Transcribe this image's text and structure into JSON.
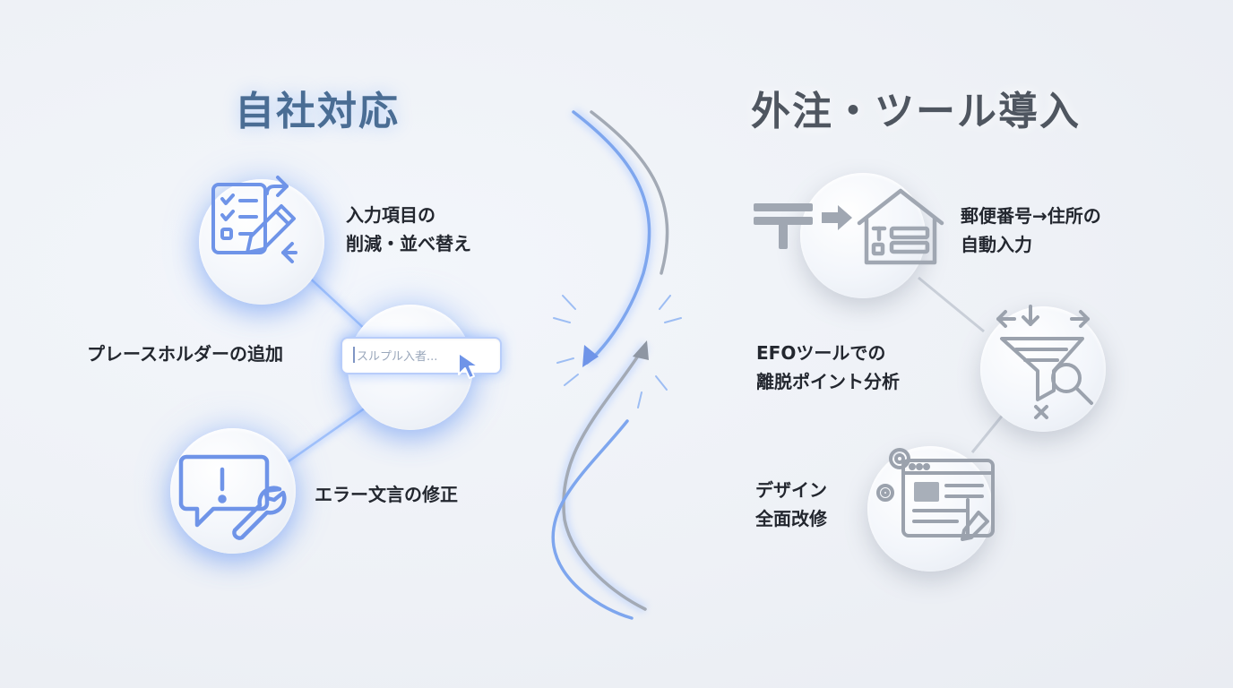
{
  "left": {
    "title": "自社対応",
    "items": [
      {
        "icon": "checklist-pencil-icon",
        "lines": [
          "入力項目の",
          "削減・並べ替え"
        ]
      },
      {
        "icon": "input-field-cursor-icon",
        "lines": [
          "プレースホルダーの追加"
        ],
        "placeholder": "スルプル入者..."
      },
      {
        "icon": "error-message-wrench-icon",
        "lines": [
          "エラー文言の修正"
        ]
      }
    ]
  },
  "right": {
    "title": "外注・ツール導入",
    "items": [
      {
        "icon": "postal-mark-to-house-icon",
        "lines": [
          "郵便番号→住所の",
          "自動入力"
        ]
      },
      {
        "icon": "funnel-magnifier-icon",
        "lines": [
          "EFOツールでの",
          "離脱ポイント分析"
        ]
      },
      {
        "icon": "browser-gear-pen-icon",
        "lines": [
          "デザイン",
          "全面改修"
        ]
      }
    ]
  },
  "colors": {
    "left_accent": "#4a6d94",
    "glow_blue": "#7fb0ff",
    "right_accent": "#4f5660",
    "icon_blue": "#6f94e8",
    "icon_gray": "#9ba2ad"
  }
}
